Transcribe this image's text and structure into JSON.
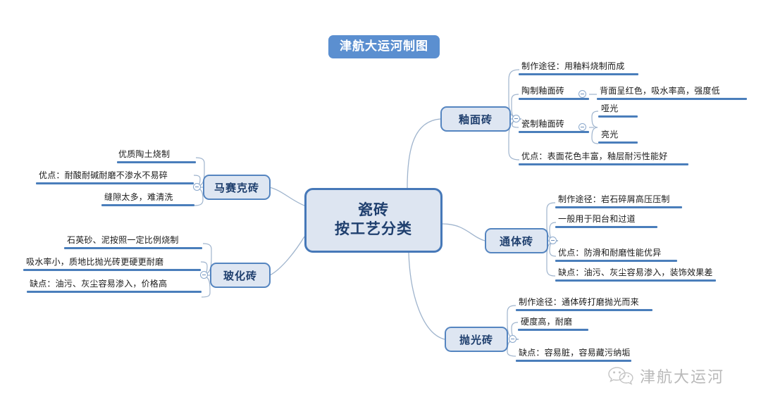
{
  "title_badge": {
    "label": "津航大运河制图"
  },
  "center": {
    "line1": "瓷砖",
    "line2": "按工艺分类"
  },
  "branches": [
    {
      "id": "glazed",
      "label": "釉面砖",
      "items": [
        {
          "text": "制作途径：用釉料烧制而成"
        },
        {
          "text": "陶制釉面砖"
        },
        {
          "text": "背面呈红色，吸水率高，强度低"
        },
        {
          "text": "瓷制釉面砖"
        },
        {
          "text": "哑光"
        },
        {
          "text": "亮光"
        },
        {
          "text": "优点：表面花色丰富，釉层耐污性能好"
        }
      ]
    },
    {
      "id": "fullbody",
      "label": "通体砖",
      "items": [
        {
          "text": "制作途径：岩石碎屑高压压制"
        },
        {
          "text": "一般用于阳台和过道"
        },
        {
          "text": "优点：防滑和耐磨性能优异"
        },
        {
          "text": "缺点：油污、灰尘容易渗入，装饰效果差"
        }
      ]
    },
    {
      "id": "polished",
      "label": "抛光砖",
      "items": [
        {
          "text": "制作途径：通体砖打磨抛光而来"
        },
        {
          "text": "硬度高，耐磨"
        },
        {
          "text": "缺点：容易脏，容易藏污纳垢"
        }
      ]
    },
    {
      "id": "mosaic",
      "label": "马赛克砖",
      "items": [
        {
          "text": "优质陶土烧制"
        },
        {
          "text": "优点：耐酸耐碱耐磨不渗水不易碎"
        },
        {
          "text": "缝隙太多，难清洗"
        }
      ]
    },
    {
      "id": "vitrified",
      "label": "玻化砖",
      "items": [
        {
          "text": "石英砂、泥按照一定比例烧制"
        },
        {
          "text": "吸水率小，质地比抛光砖更硬更耐磨"
        },
        {
          "text": "缺点：油污、灰尘容易渗入，价格高"
        }
      ]
    }
  ],
  "watermark": {
    "label": "津航大运河"
  },
  "colors": {
    "accent": "#4a7ebb",
    "badge": "#5b8fd0",
    "node_fill": "#dee6f2",
    "node_border": "#5585c0",
    "node_text": "#1f3f6e",
    "connector": "#9fb4cd"
  }
}
